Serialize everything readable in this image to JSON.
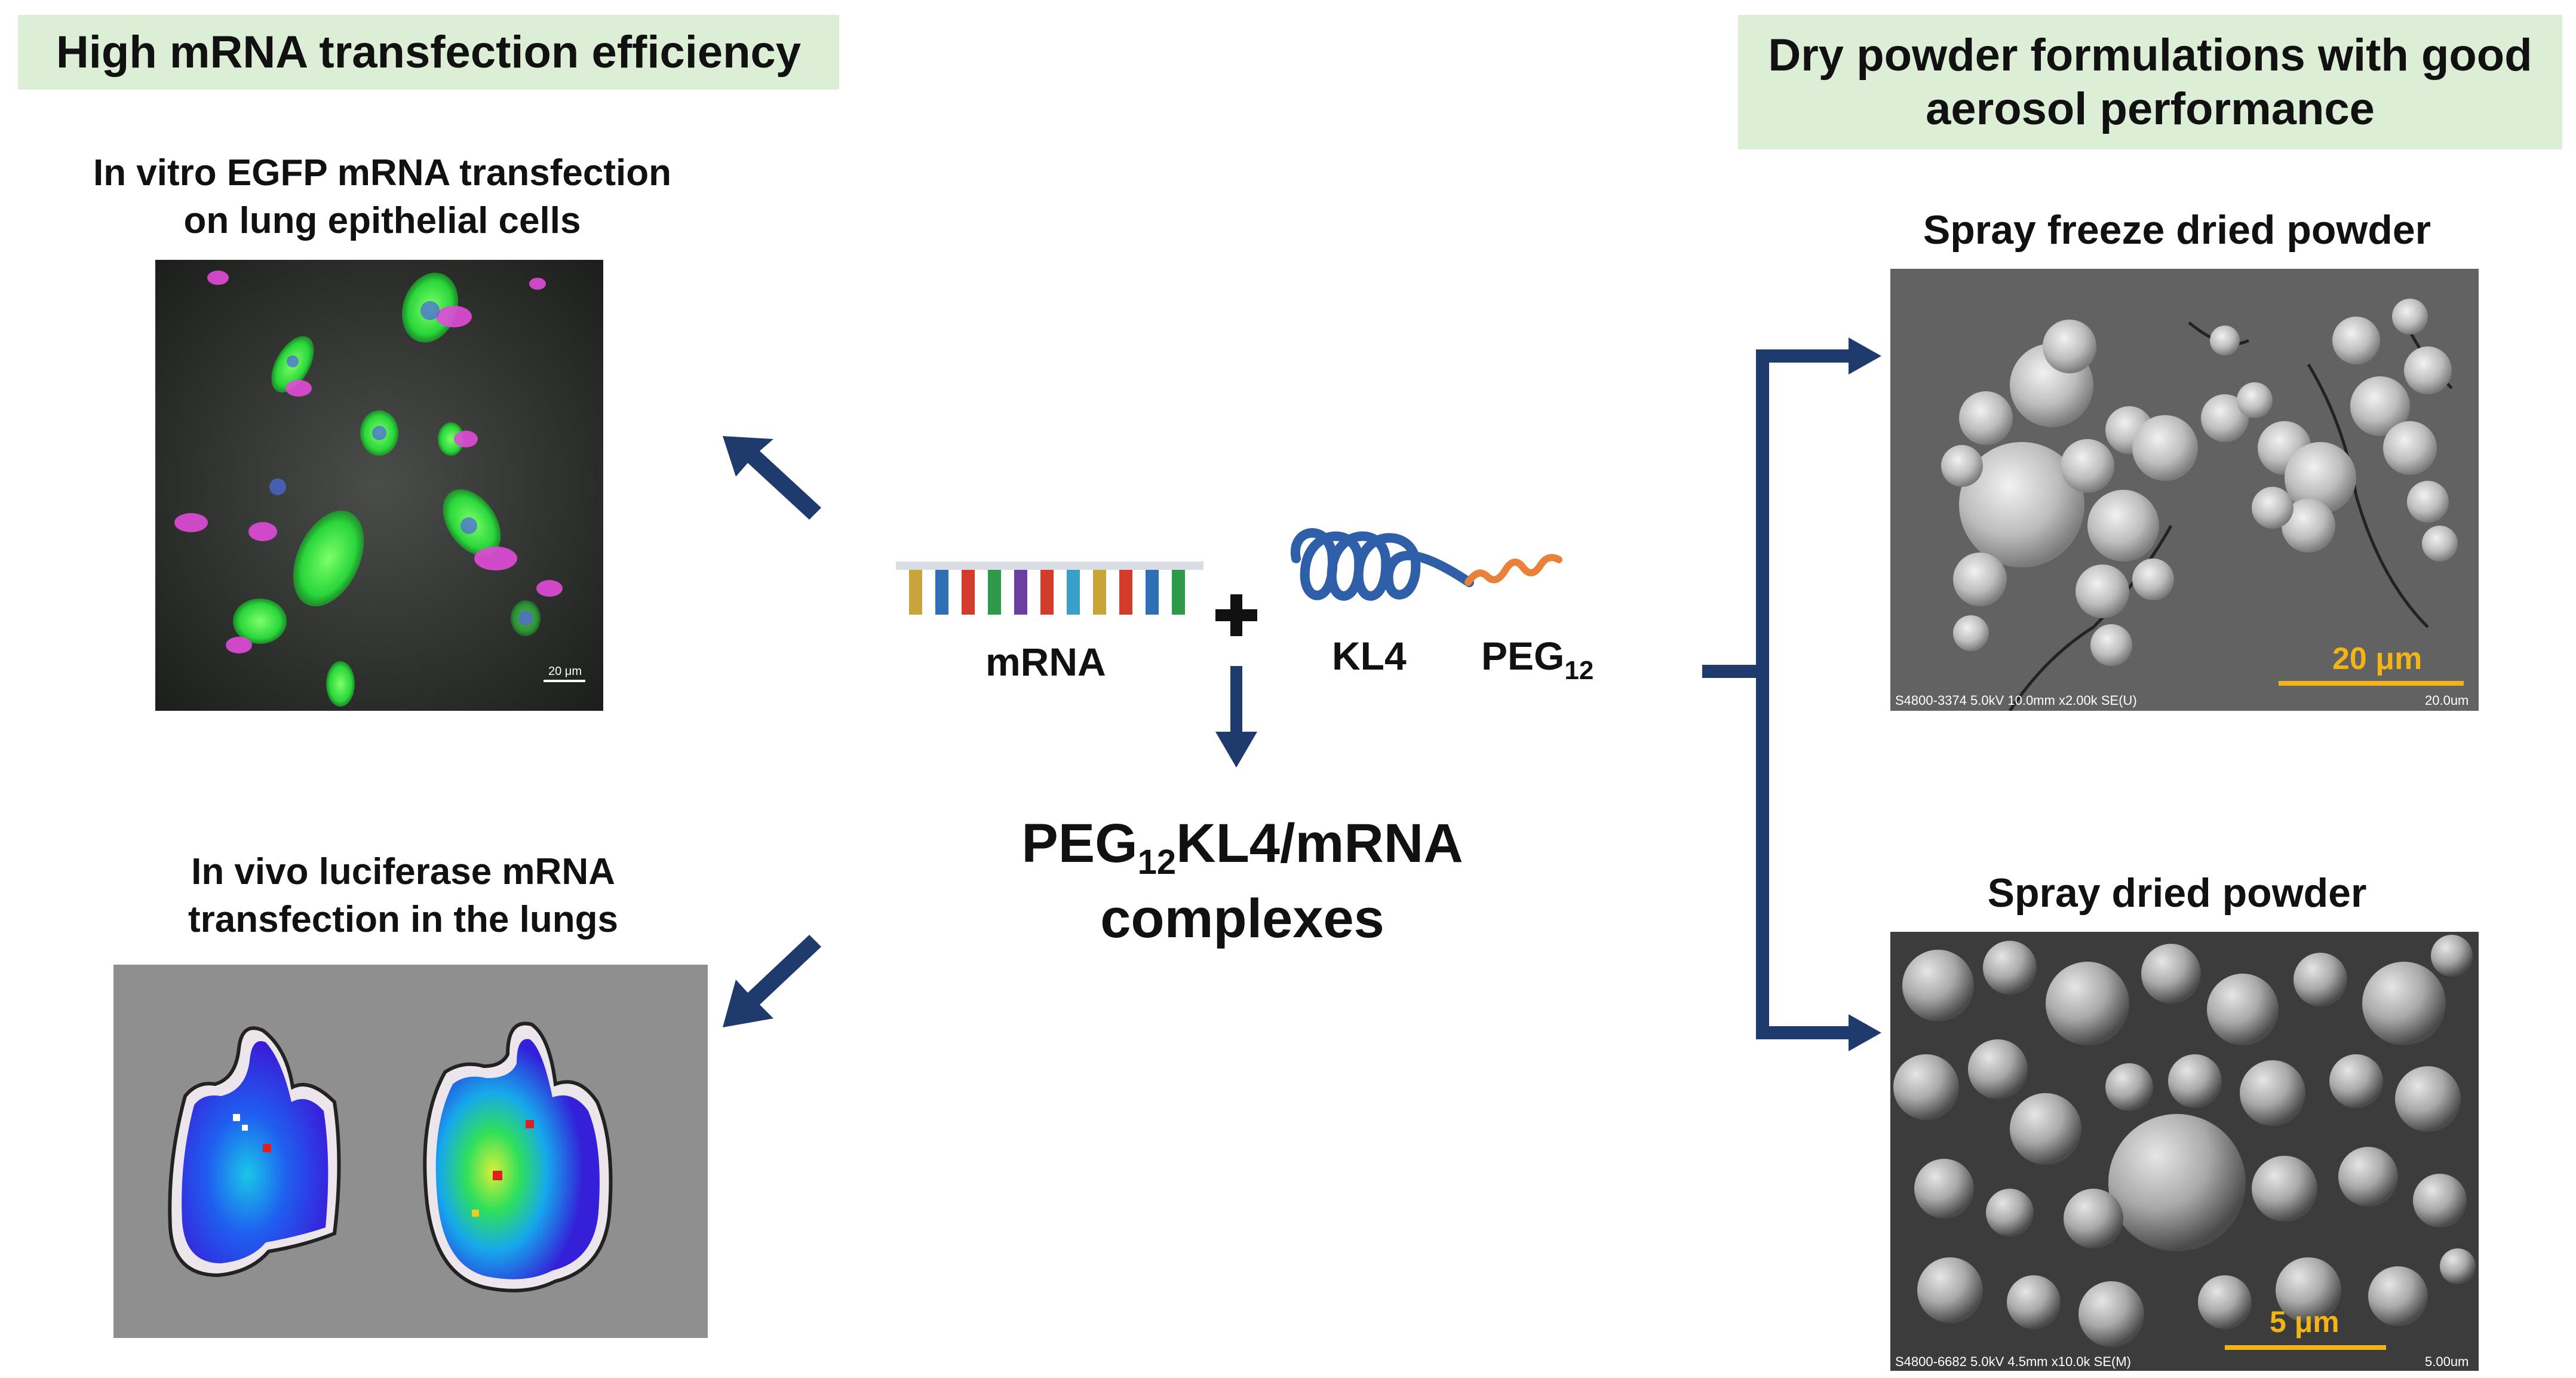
{
  "left": {
    "banner": "High mRNA transfection efficiency",
    "top_caption_line1": "In vitro EGFP mRNA transfection",
    "top_caption_line2": "on lung epithelial cells",
    "micrograph_scale": "20 μm",
    "bottom_caption_line1": "In vivo luciferase mRNA",
    "bottom_caption_line2": "transfection in the lungs"
  },
  "center": {
    "mrna_label": "mRNA",
    "kl4_label": "KL4",
    "peg_label": "PEG",
    "peg_subscript": "12",
    "complex_peg": "PEG",
    "complex_sub": "12",
    "complex_rest": "KL4/mRNA",
    "complex_line2": "complexes",
    "mrna_bar_colors": [
      "#c9a43a",
      "#2f6fb5",
      "#d33b2c",
      "#2e9a49",
      "#6a3fa0",
      "#d33b2c",
      "#3aa0c8",
      "#c9a43a",
      "#d33b2c",
      "#2f6fb5",
      "#2e9a49"
    ],
    "helix_color": "#2f5fa8",
    "peg_color": "#e8823a",
    "arrow_color": "#1f3b6e"
  },
  "right": {
    "banner_line1": "Dry powder formulations with good",
    "banner_line2": "aerosol performance",
    "sfd_title": "Spray freeze dried powder",
    "sfd_scale": "20 μm",
    "sfd_meta": "S4800-3374 5.0kV 10.0mm x2.00k SE(U)",
    "sfd_meta_right": "20.0um",
    "sd_title": "Spray dried powder",
    "sd_scale": "5 μm",
    "sd_meta": "S4800-6682 5.0kV 4.5mm x10.0k SE(M)",
    "sd_meta_right": "5.00um",
    "scale_color": "#f2b416"
  }
}
